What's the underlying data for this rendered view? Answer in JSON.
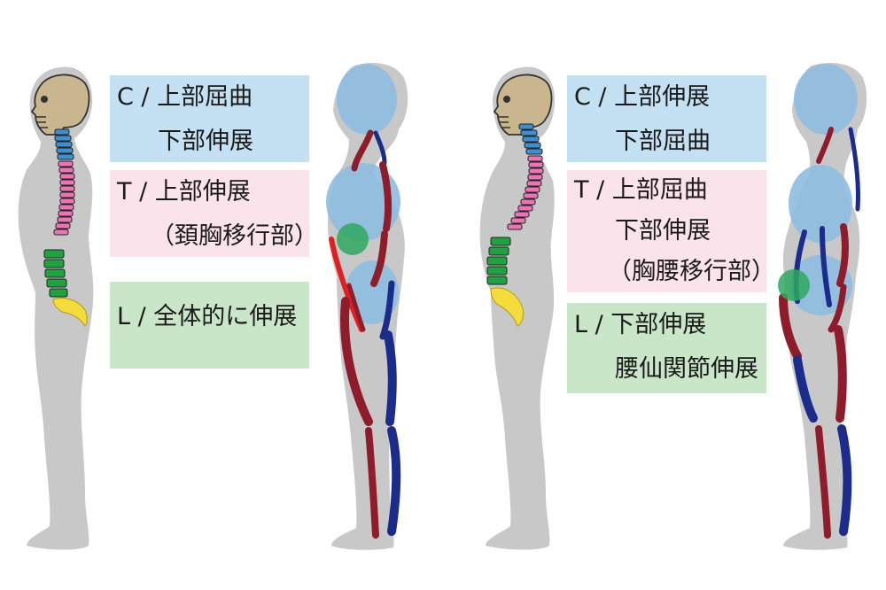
{
  "colors": {
    "body": "#c8c8c8",
    "skull": "#c9b58e",
    "cervical": "#3f8fd0",
    "thoracic": "#ea74b4",
    "lumbar": "#1fa23f",
    "sacrum": "#f3dc3c",
    "organ": "#8fbde0",
    "flexor": "#8e1c2a",
    "extensor": "#1c2c8c",
    "active": "#e02020",
    "pivot": "#2fa85f",
    "box_c": "#c3e1f2",
    "box_t": "#fbe3ec",
    "box_l": "#c9e6c8"
  },
  "left": {
    "c_box": {
      "line1": "C / 上部屈曲",
      "line2": "下部伸展"
    },
    "t_box": {
      "line1": "T / 上部伸展",
      "line2": "（頚胸移行部）"
    },
    "l_box": {
      "line1": "L / 全体的に伸展"
    }
  },
  "right": {
    "c_box": {
      "line1": "C / 上部伸展",
      "line2": "下部屈曲"
    },
    "t_box": {
      "line1": "T / 上部屈曲",
      "line2": "下部伸展",
      "line3": "（胸腰移行部）"
    },
    "l_box": {
      "line1": "L / 下部伸展",
      "line2": "腰仙関節伸展"
    }
  }
}
